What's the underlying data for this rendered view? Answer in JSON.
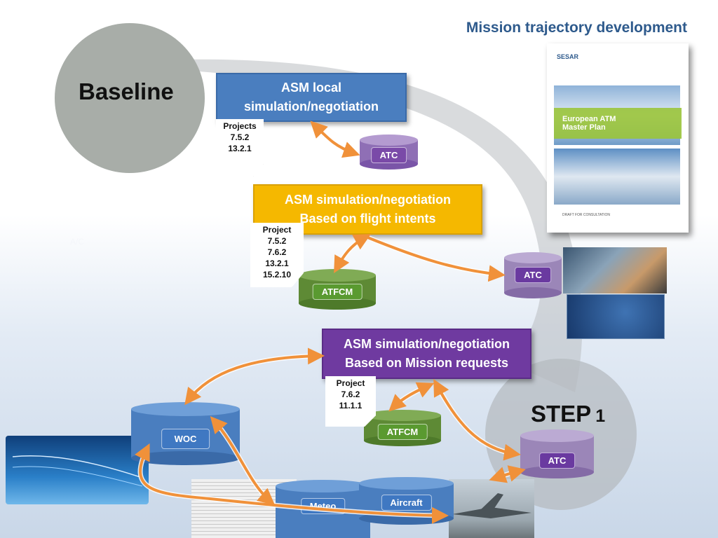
{
  "title": "Mission trajectory development",
  "baseline_label": "Baseline",
  "step_label": "STEP",
  "step_number": "1",
  "faint_label": "A/C",
  "boxes": {
    "asm_local": [
      "ASM local",
      "simulation/negotiation"
    ],
    "asm_flight_intents": [
      "ASM simulation/negotiation",
      "Based on flight intents"
    ],
    "asm_mission": [
      "ASM simulation/negotiation",
      "Based on Mission requests"
    ]
  },
  "notes": {
    "n1": [
      "Projects",
      "7.5.2",
      "13.2.1"
    ],
    "n2": [
      "Project",
      "7.5.2",
      "7.6.2",
      "13.2.1",
      "15.2.10"
    ],
    "n3": [
      "Project",
      "7.6.2",
      "11.1.1"
    ]
  },
  "nodes": {
    "atc1": "ATC",
    "atc2": "ATC",
    "atc3": "ATC",
    "atfcm1": "ATFCM",
    "atfcm2": "ATFCM",
    "woc": "WOC",
    "meteo": "Meteo",
    "aircraft": "Aircraft"
  },
  "cover": {
    "logo": "SESAR",
    "heading": "European ATM Master Plan",
    "footer": "DRAFT FOR CONSULTATION"
  },
  "colors": {
    "title": "#2e5a8c",
    "asm_local": "#4a7ebf",
    "asm_flight": "#f5b800",
    "asm_mission": "#6f3aa0",
    "atc": "#7a55a8",
    "atfcm": "#4e7a2a",
    "woc": "#4a7ebf",
    "arrow": "#f0913a"
  }
}
